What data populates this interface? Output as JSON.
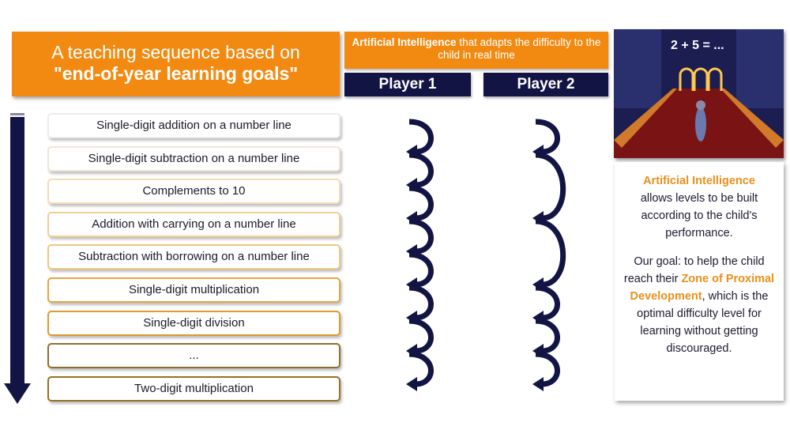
{
  "header": {
    "line1": "A teaching sequence based on",
    "line2": "\"end-of-year learning goals\""
  },
  "ai_banner": {
    "bold": "Artificial Intelligence",
    "rest": " that adapts the difficulty to the child in real time"
  },
  "players": [
    {
      "label": "Player 1",
      "jumps": [
        1,
        1,
        1,
        1,
        1,
        1,
        1,
        1
      ]
    },
    {
      "label": "Player 2",
      "jumps": [
        1,
        2,
        2,
        1,
        1,
        1
      ]
    }
  ],
  "steps": [
    {
      "label": "Single-digit addition on a number line",
      "border": "#ececec"
    },
    {
      "label": "Single-digit subtraction on a number line",
      "border": "#f0e6d6"
    },
    {
      "label": "Complements to 10",
      "border": "#f5dcb4"
    },
    {
      "label": "Addition with carrying on a number line",
      "border": "#f1cf96"
    },
    {
      "label": "Subtraction with borrowing on a number line",
      "border": "#efc882"
    },
    {
      "label": "Single-digit multiplication",
      "border": "#e4a640"
    },
    {
      "label": "Single-digit division",
      "border": "#e09a2c"
    },
    {
      "label": "...",
      "border": "#8f6d2c"
    },
    {
      "label": "Two-digit multiplication",
      "border": "#967024"
    }
  ],
  "game": {
    "equation": "2 + 5 = ..."
  },
  "panel": {
    "p1_highlight": "Artificial Intelligence",
    "p1_rest": "allows levels to be built according to the child's performance.",
    "p2_start": "Our goal: to help the child reach their ",
    "p2_highlight": "Zone of Proximal Development",
    "p2_rest": ", which is the optimal difficulty level for learning without getting discouraged."
  },
  "colors": {
    "orange": "#f28a12",
    "navy": "#121444"
  }
}
